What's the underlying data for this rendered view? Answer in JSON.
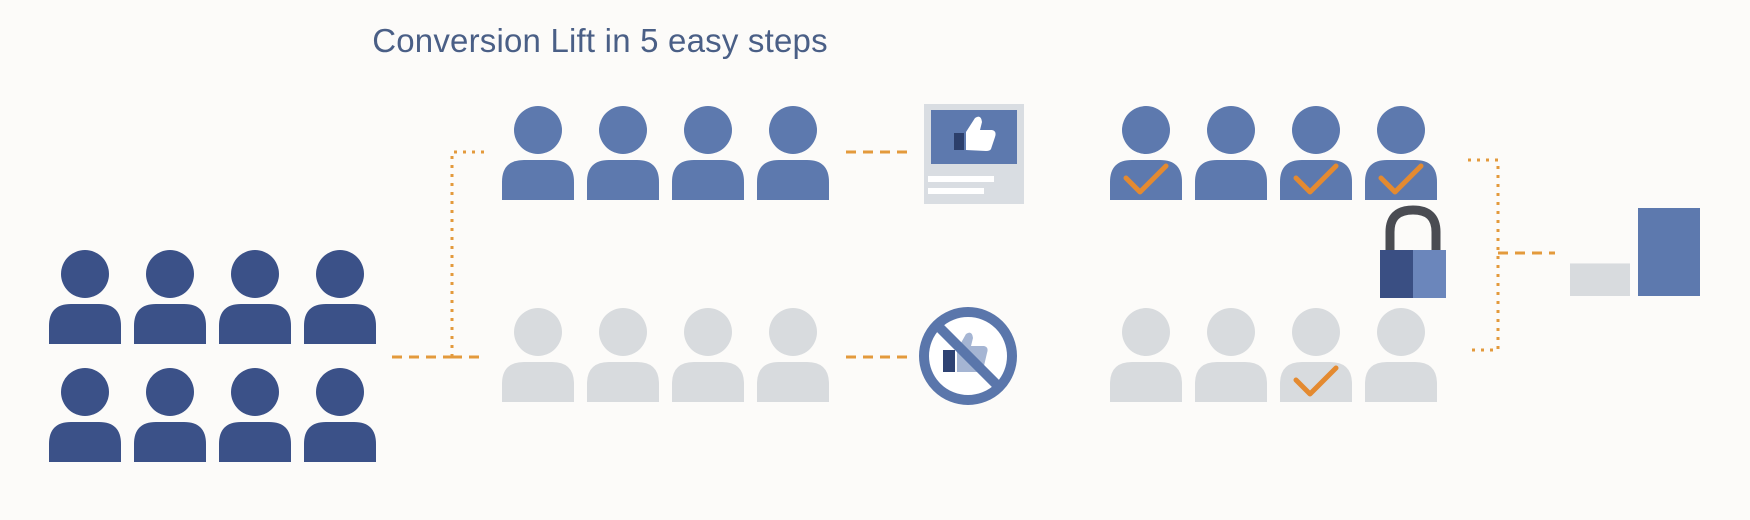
{
  "title": "Conversion Lift in 5 easy steps",
  "colors": {
    "population": "#3b5188",
    "test_group": "#5d79ae",
    "control_group": "#d8dbde",
    "connector": "#e39a3c",
    "checkmark": "#e48a30",
    "lock_dark": "#3a4f83",
    "lock_light": "#6b86bb",
    "ad_panel": "#d9dde2",
    "ad_screen": "#5d79ae",
    "no_ad_ring": "#5a76ab",
    "bar_small": "#d8dbde",
    "bar_large": "#5d79ae"
  },
  "population": {
    "rows": 2,
    "per_row": 4
  },
  "test_group": {
    "count": 4,
    "icon": "thumbs-up-ad-icon"
  },
  "control_group": {
    "count": 4,
    "icon": "no-ads-icon"
  },
  "test_conversions": [
    true,
    false,
    true,
    true
  ],
  "control_conversions": [
    false,
    false,
    true,
    false
  ],
  "comparison": {
    "icon": "lock-icon",
    "bars": [
      0.37,
      1.0
    ]
  }
}
